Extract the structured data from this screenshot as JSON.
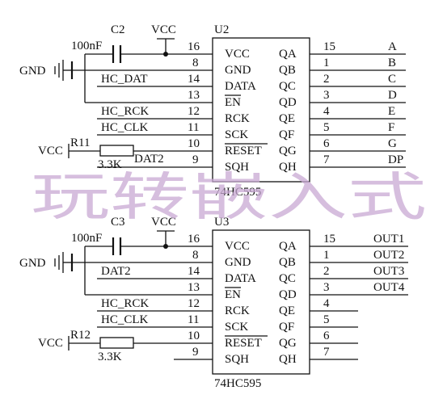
{
  "watermark": "玩转嵌入式",
  "chips": [
    {
      "ref": "U2",
      "part": "74HC595",
      "cap_ref": "C2",
      "cap_value": "100nF",
      "vcc_top": "VCC",
      "gnd": "GND",
      "res_ref": "R11",
      "res_value": "3.3K",
      "res_vcc": "VCC",
      "left_pins": [
        {
          "num": "16",
          "name": "VCC",
          "net": ""
        },
        {
          "num": "8",
          "name": "GND",
          "net": ""
        },
        {
          "num": "14",
          "name": "DATA",
          "net": "HC_DAT"
        },
        {
          "num": "13",
          "name": "EN",
          "net": ""
        },
        {
          "num": "12",
          "name": "RCK",
          "net": "HC_RCK"
        },
        {
          "num": "11",
          "name": "SCK",
          "net": "HC_CLK"
        },
        {
          "num": "10",
          "name": "RESET",
          "net": ""
        },
        {
          "num": "9",
          "name": "SQH",
          "net": "DAT2"
        }
      ],
      "right_pins": [
        {
          "name": "QA",
          "num": "15",
          "net": "A"
        },
        {
          "name": "QB",
          "num": "1",
          "net": "B"
        },
        {
          "name": "QC",
          "num": "2",
          "net": "C"
        },
        {
          "name": "QD",
          "num": "3",
          "net": "D"
        },
        {
          "name": "QE",
          "num": "4",
          "net": "E"
        },
        {
          "name": "QF",
          "num": "5",
          "net": "F"
        },
        {
          "name": "QG",
          "num": "6",
          "net": "G"
        },
        {
          "name": "QH",
          "num": "7",
          "net": "DP"
        }
      ]
    },
    {
      "ref": "U3",
      "part": "74HC595",
      "cap_ref": "C3",
      "cap_value": "100nF",
      "vcc_top": "VCC",
      "gnd": "GND",
      "res_ref": "R12",
      "res_value": "3.3K",
      "res_vcc": "VCC",
      "left_pins": [
        {
          "num": "16",
          "name": "VCC",
          "net": ""
        },
        {
          "num": "8",
          "name": "GND",
          "net": ""
        },
        {
          "num": "14",
          "name": "DATA",
          "net": "DAT2"
        },
        {
          "num": "13",
          "name": "EN",
          "net": ""
        },
        {
          "num": "12",
          "name": "RCK",
          "net": "HC_RCK"
        },
        {
          "num": "11",
          "name": "SCK",
          "net": "HC_CLK"
        },
        {
          "num": "10",
          "name": "RESET",
          "net": ""
        },
        {
          "num": "9",
          "name": "SQH",
          "net": ""
        }
      ],
      "right_pins": [
        {
          "name": "QA",
          "num": "15",
          "net": "OUT1"
        },
        {
          "name": "QB",
          "num": "1",
          "net": "OUT2"
        },
        {
          "name": "QC",
          "num": "2",
          "net": "OUT3"
        },
        {
          "name": "QD",
          "num": "3",
          "net": "OUT4"
        },
        {
          "name": "QE",
          "num": "4",
          "net": ""
        },
        {
          "name": "QF",
          "num": "5",
          "net": ""
        },
        {
          "name": "QG",
          "num": "6",
          "net": ""
        },
        {
          "name": "QH",
          "num": "7",
          "net": ""
        }
      ]
    }
  ]
}
